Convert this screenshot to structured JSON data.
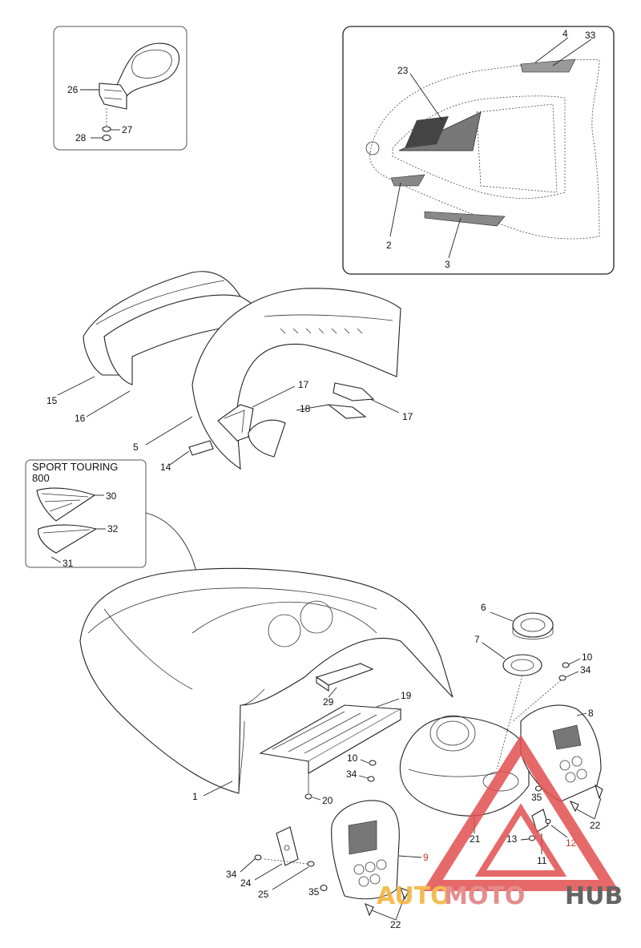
{
  "inset_sport_touring": {
    "title_line1": "SPORT TOURING",
    "title_line2": "800"
  },
  "callouts": {
    "c26": "26",
    "c27": "27",
    "c28": "28",
    "c4": "4",
    "c33": "33",
    "c23": "23",
    "c2": "2",
    "c3": "3",
    "c15": "15",
    "c16": "16",
    "c5": "5",
    "c14": "14",
    "c17a": "17",
    "c17b": "17",
    "c18": "18",
    "c30": "30",
    "c32": "32",
    "c31": "31",
    "c1": "1",
    "c29": "29",
    "c19": "19",
    "c20": "20",
    "c10a": "10",
    "c34a": "34",
    "c6": "6",
    "c7": "7",
    "c10b": "10",
    "c34b": "34",
    "c8": "8",
    "c35a": "35",
    "c22a": "22",
    "c21": "21",
    "c13": "13",
    "c12": "12",
    "c11": "11",
    "c9": "9",
    "c34c": "34",
    "c24": "24",
    "c25": "25",
    "c35b": "35",
    "c22b": "22"
  },
  "watermark": {
    "part1": "AUTO",
    "part2": "MOTO",
    "part3": "HUB",
    "color1": "#f2b134",
    "color2": "#e07a7a",
    "color3": "#4a4a4a",
    "logo_color": "#e2504f"
  }
}
